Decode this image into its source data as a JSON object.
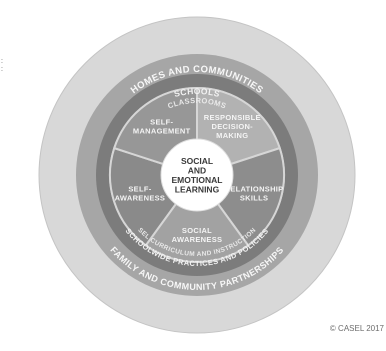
{
  "outer_ring": {
    "top_label": "HOMES AND COMMUNITIES",
    "bottom_label": "FAMILY AND COMMUNITY PARTNERSHIPS"
  },
  "schools_ring": {
    "top_label": "SCHOOLS",
    "bottom_label": "SCHOOLWIDE PRACTICES AND POLICIES"
  },
  "classrooms_ring": {
    "top_label": "CLASSROOMS",
    "bottom_label": "SEL CURRICULUM AND INSTRUCTION"
  },
  "center": {
    "lines": [
      "SOCIAL",
      "AND",
      "EMOTIONAL",
      "LEARNING"
    ]
  },
  "segments": [
    {
      "lines": [
        "SELF-",
        "AWARENESS"
      ]
    },
    {
      "lines": [
        "SELF-",
        "MANAGEMENT"
      ]
    },
    {
      "lines": [
        "RESPONSIBLE",
        "DECISION-",
        "MAKING"
      ]
    },
    {
      "lines": [
        "RELATIONSHIP",
        "SKILLS"
      ]
    },
    {
      "lines": [
        "SOCIAL",
        "AWARENESS"
      ]
    }
  ],
  "copyright": "© CASEL 2017",
  "colors": {
    "outer_ring": "#d8d8d8",
    "schools_ring": "#a6a6a6",
    "classrooms_ring": "#7c7c7c",
    "inner_band": "#c9c9c9",
    "segments": [
      "#8a8a8a",
      "#979797",
      "#b2b2b2",
      "#8d8d8d",
      "#a2a2a2"
    ],
    "center": "#ffffff"
  }
}
